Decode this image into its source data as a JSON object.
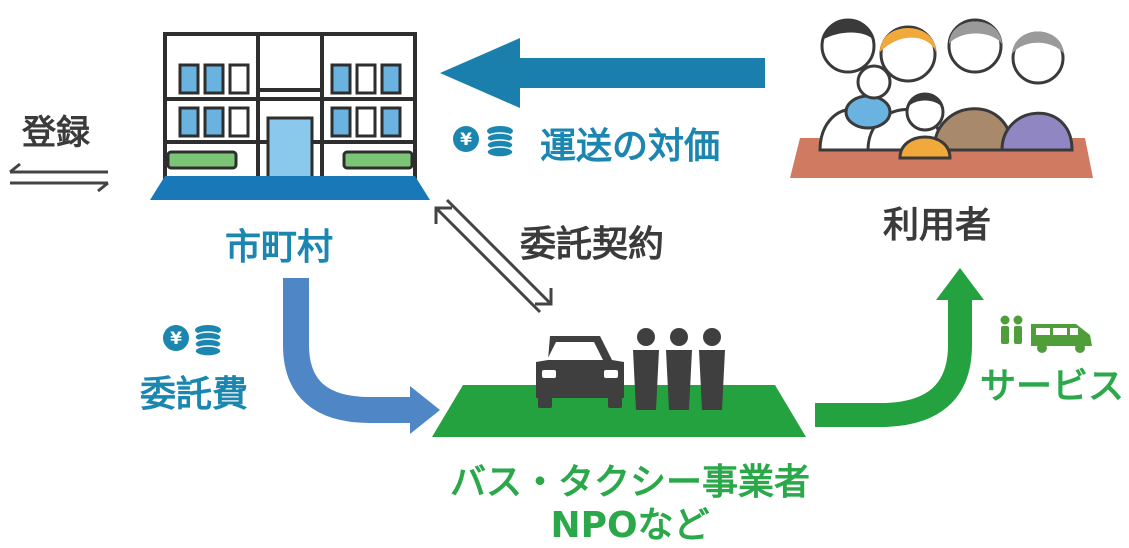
{
  "labels": {
    "registration": "登録",
    "municipality": "市町村",
    "user": "利用者",
    "transport_fee": "運送の対価",
    "contract": "委託契約",
    "commission_fee": "委託費",
    "service": "サービス",
    "operator_line1": "バス・タクシー事業者",
    "operator_line2": "NPOなど"
  },
  "icons": {
    "yen_coin_1": "¥",
    "yen_coin_2": "¥"
  },
  "colors": {
    "teal": "#1b87b0",
    "blue_arrow": "#4f86c6",
    "green": "#2aa84a",
    "dark_text": "#3b3b3b"
  }
}
